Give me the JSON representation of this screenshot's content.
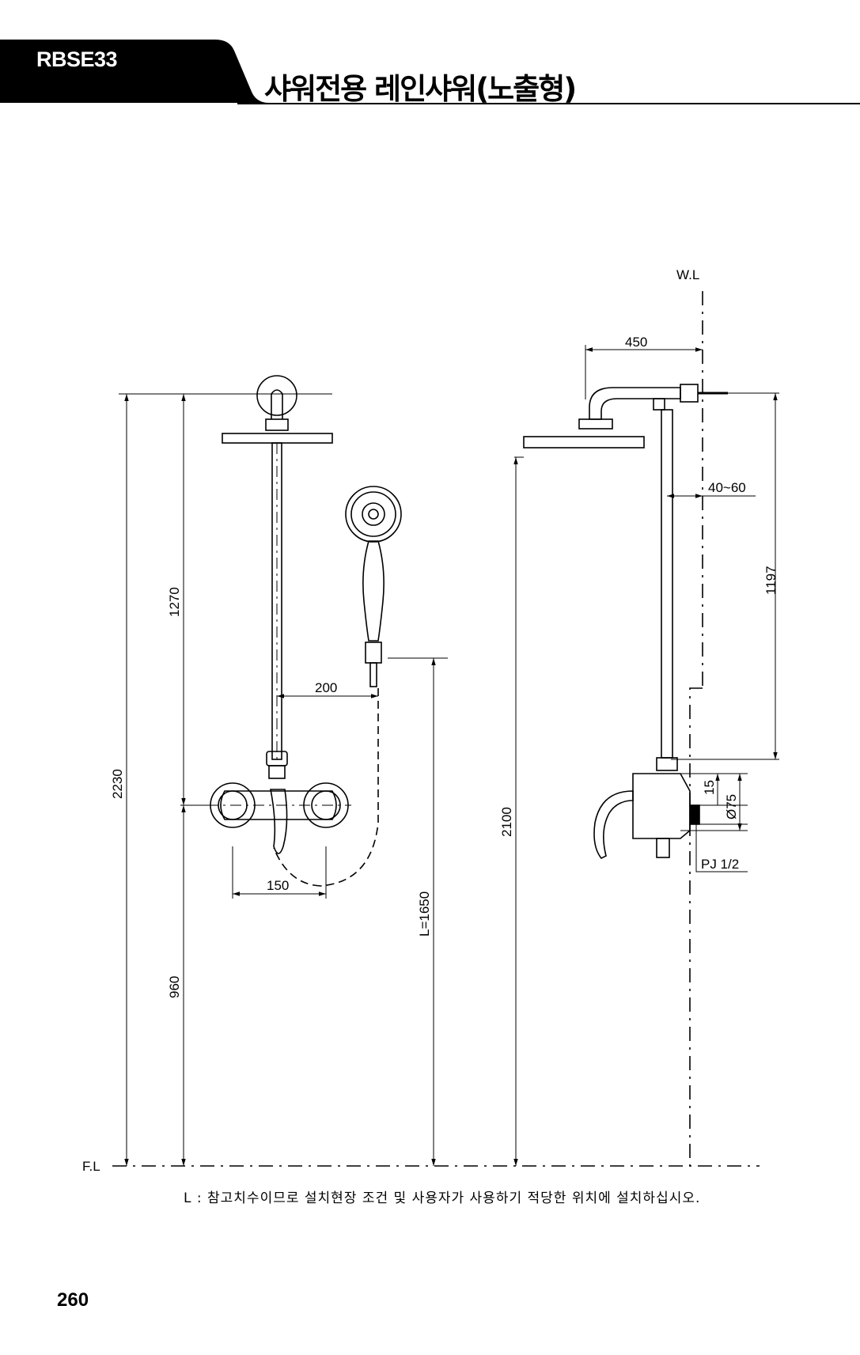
{
  "header": {
    "model": "RBSE33",
    "title": "샤워전용 레인샤워(노출형)"
  },
  "dimensions": {
    "wl": "W.L",
    "fl": "F.L",
    "d450": "450",
    "d4060": "40~60",
    "d1197": "1197",
    "d15": "15",
    "d75": "Ø75",
    "pj": "PJ 1/2",
    "d2100": "2100",
    "d2230": "2230",
    "d1270": "1270",
    "d960": "960",
    "d200": "200",
    "d150": "150",
    "l1650": "L=1650"
  },
  "footnote": "L : 참고치수이므로 설치현장 조건 및 사용자가 사용하기 적당한 위치에 설치하십시오.",
  "page_number": "260"
}
